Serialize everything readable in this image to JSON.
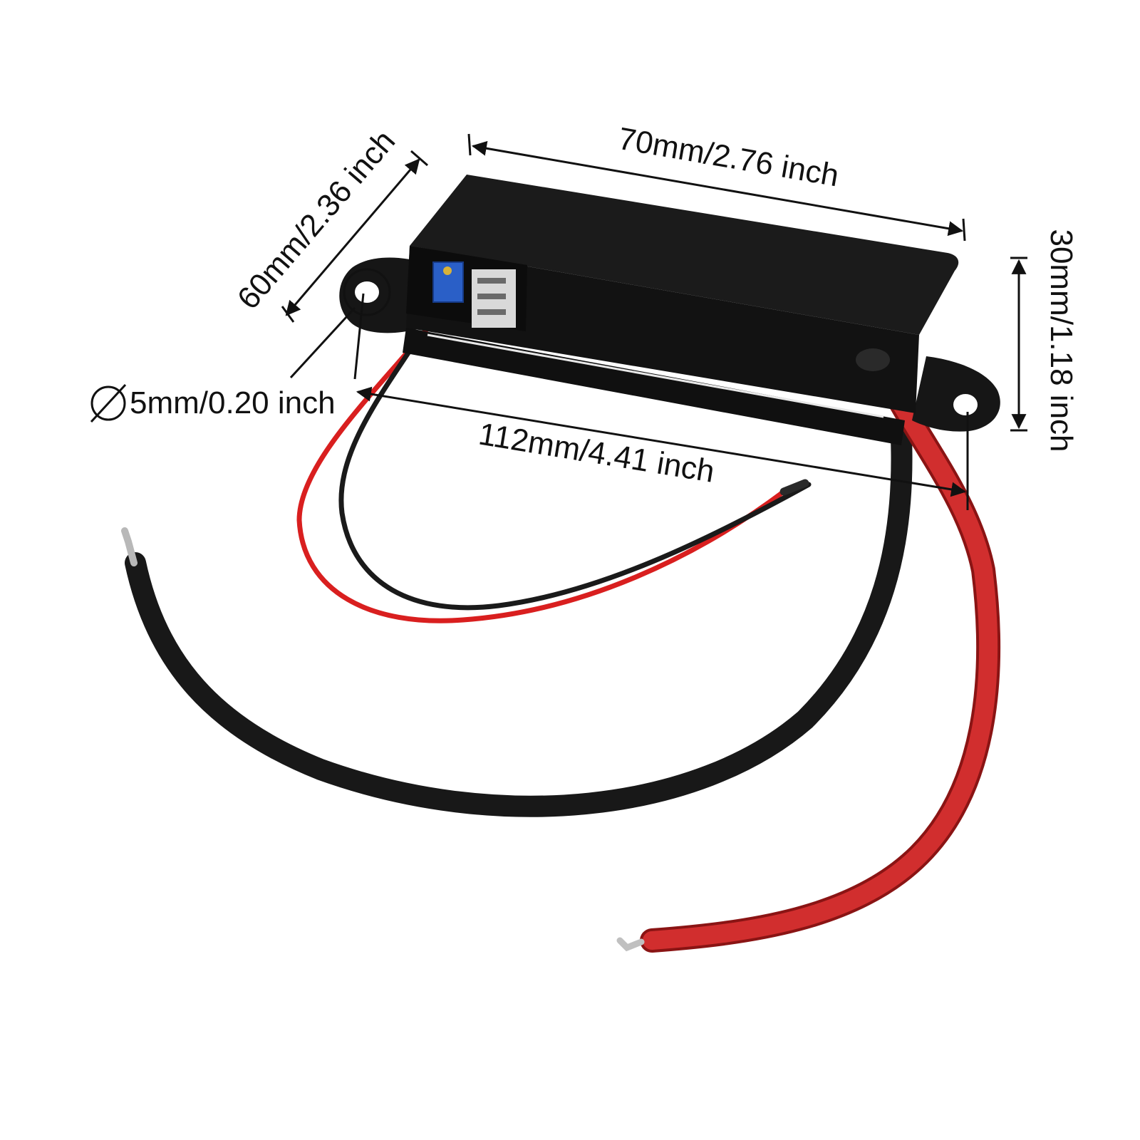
{
  "dimensions": {
    "length_top": "70mm/2.76 inch",
    "width_side": "60mm/2.36 inch",
    "height_right": "30mm/1.18 inch",
    "hole_diameter": "5mm/0.20 inch",
    "overall_length": "112mm/4.41 inch"
  },
  "colors": {
    "background": "#ffffff",
    "housing": "#141414",
    "wire_red": "#d12424",
    "wire_black": "#181818",
    "potentiometer": "#2a5fc7"
  }
}
